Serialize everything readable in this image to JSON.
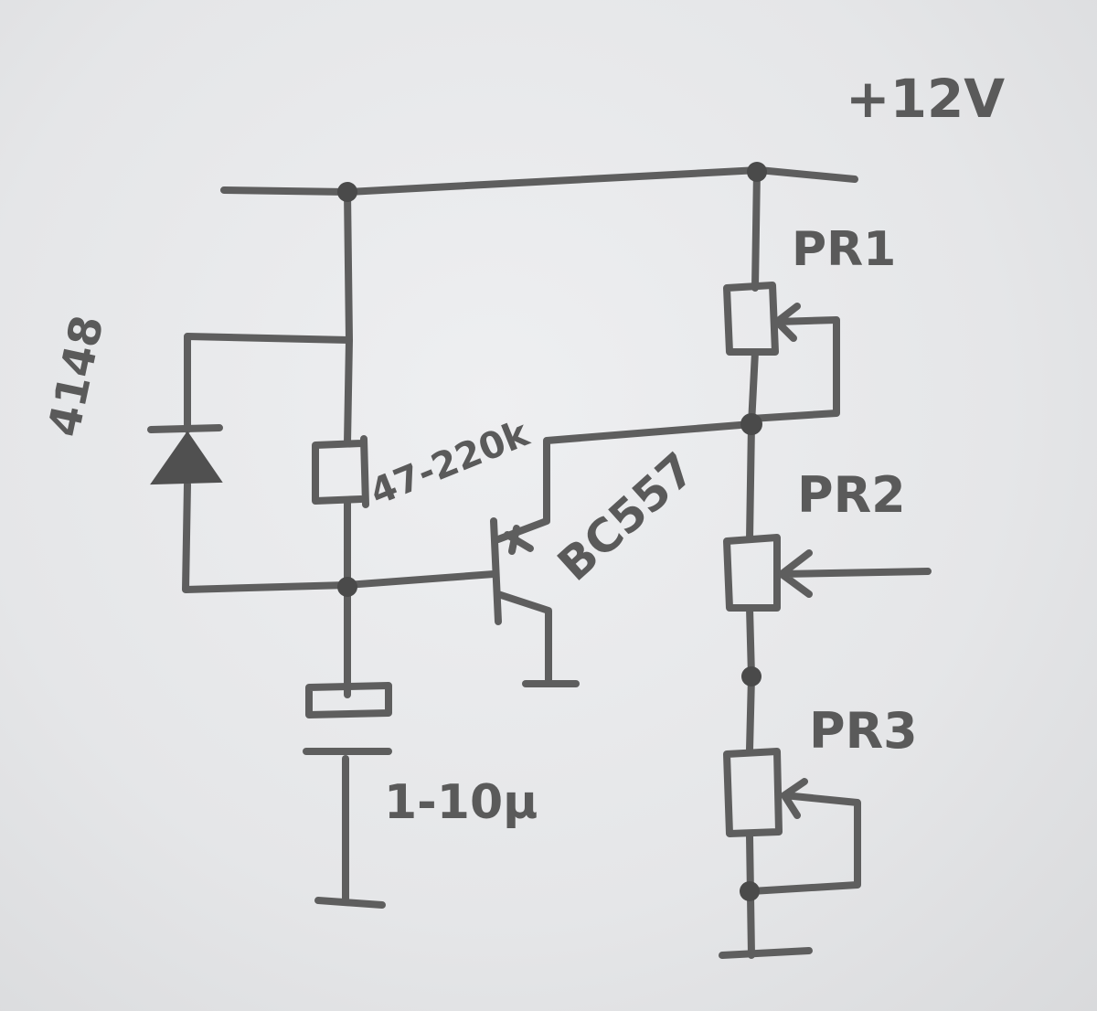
{
  "labels": {
    "supply": "+12V",
    "diode": "4148",
    "relay": "47-220k",
    "transistor": "BC557",
    "capacitor": "1-10μ",
    "pot1": "PR1",
    "pot2": "PR2",
    "pot3": "PR3"
  }
}
